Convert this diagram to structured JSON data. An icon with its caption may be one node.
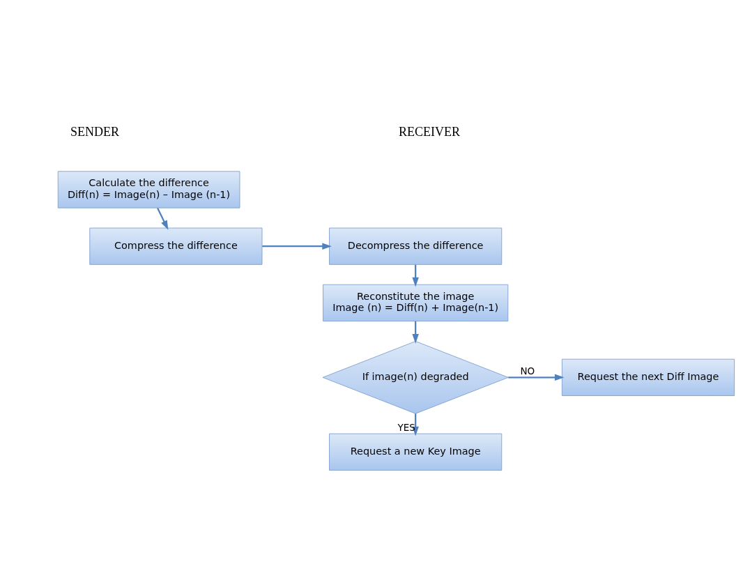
{
  "diagram": {
    "nodes": [
      {
        "text": [
          "Calculate the difference",
          "Diff(n) = Image(n) – Image (n-1)"
        ]
      },
      {
        "text": [
          "Compress the difference"
        ]
      },
      {
        "text": [
          "Decompress the difference"
        ]
      },
      {
        "text": [
          "Reconstitute the image",
          "Image (n) = Diff(n) + Image(n-1)"
        ]
      },
      {
        "text": [
          "If image(n) degraded"
        ]
      },
      {
        "text": [
          "Request the next Diff Image"
        ]
      },
      {
        "text": [
          "Request a new Key Image"
        ]
      }
    ],
    "edges": [
      {
        "from": 0,
        "to": 1,
        "arrow": "to"
      },
      {
        "from": 1,
        "to": 2,
        "arrow": "to"
      },
      {
        "from": 2,
        "to": 3,
        "arrow": "to"
      },
      {
        "from": 3,
        "to": 4,
        "arrow": "to"
      },
      {
        "from": 4,
        "to": 5,
        "arrow": "to",
        "label": "NO"
      },
      {
        "from": 4,
        "to": 6,
        "arrow": "to",
        "label": "YES"
      }
    ],
    "labels": [
      "SENDER",
      "RECEIVER"
    ]
  }
}
